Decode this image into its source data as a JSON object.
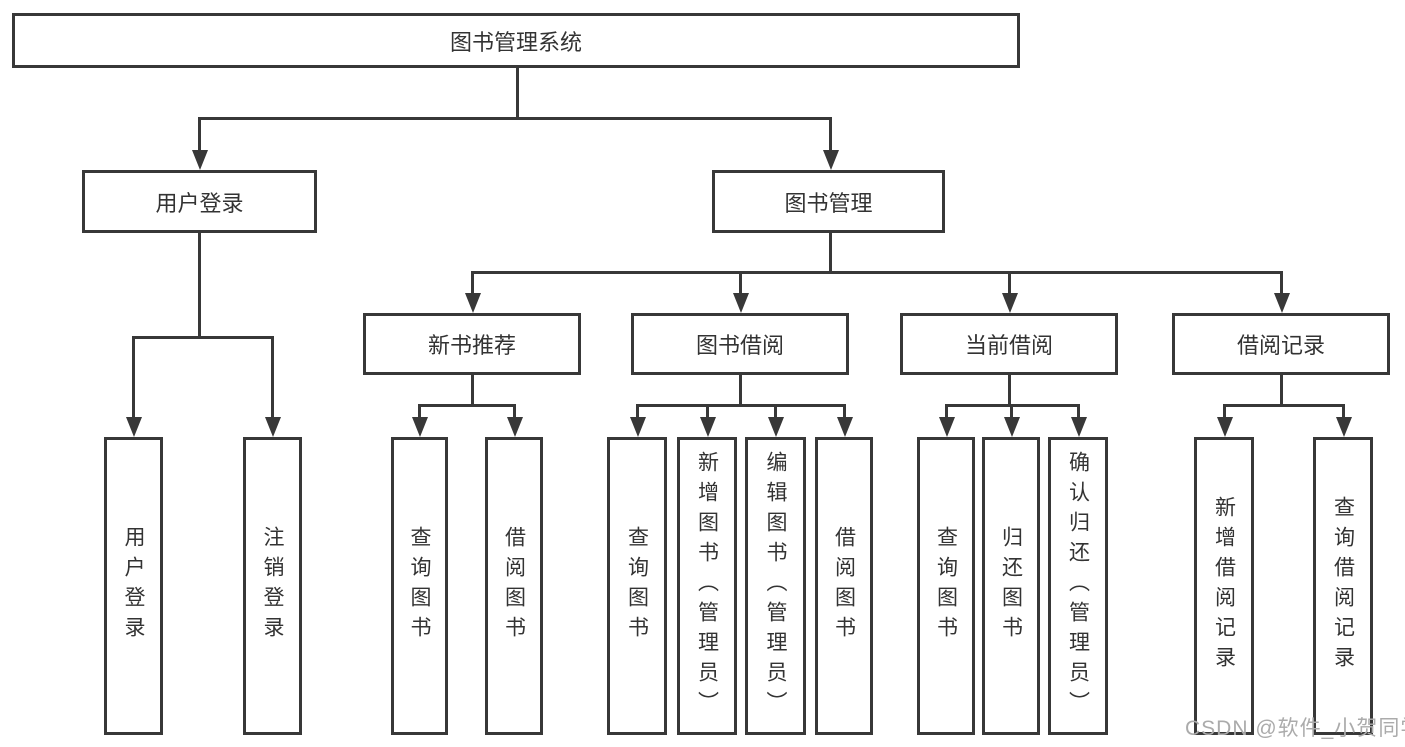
{
  "tree": {
    "root": {
      "label": "图书管理系统",
      "children": [
        {
          "label": "用户登录",
          "children": [
            {
              "label": "用户登录"
            },
            {
              "label": "注销登录"
            }
          ]
        },
        {
          "label": "图书管理",
          "children": [
            {
              "label": "新书推荐",
              "children": [
                {
                  "label": "查询图书"
                },
                {
                  "label": "借阅图书"
                }
              ]
            },
            {
              "label": "图书借阅",
              "children": [
                {
                  "label": "查询图书"
                },
                {
                  "label": "新增图书（管理员）"
                },
                {
                  "label": "编辑图书（管理员）"
                },
                {
                  "label": "借阅图书"
                }
              ]
            },
            {
              "label": "当前借阅",
              "children": [
                {
                  "label": "查询图书"
                },
                {
                  "label": "归还图书"
                },
                {
                  "label": "确认归还（管理员）"
                }
              ]
            },
            {
              "label": "借阅记录",
              "children": [
                {
                  "label": "新增借阅记录"
                },
                {
                  "label": "查询借阅记录"
                }
              ]
            }
          ]
        }
      ]
    }
  },
  "watermark": {
    "text": "CSDN @软件_小贺同学"
  },
  "colors": {
    "line": "#383838",
    "text": "#333333",
    "watermark": "#ababab",
    "background": "#ffffff"
  }
}
